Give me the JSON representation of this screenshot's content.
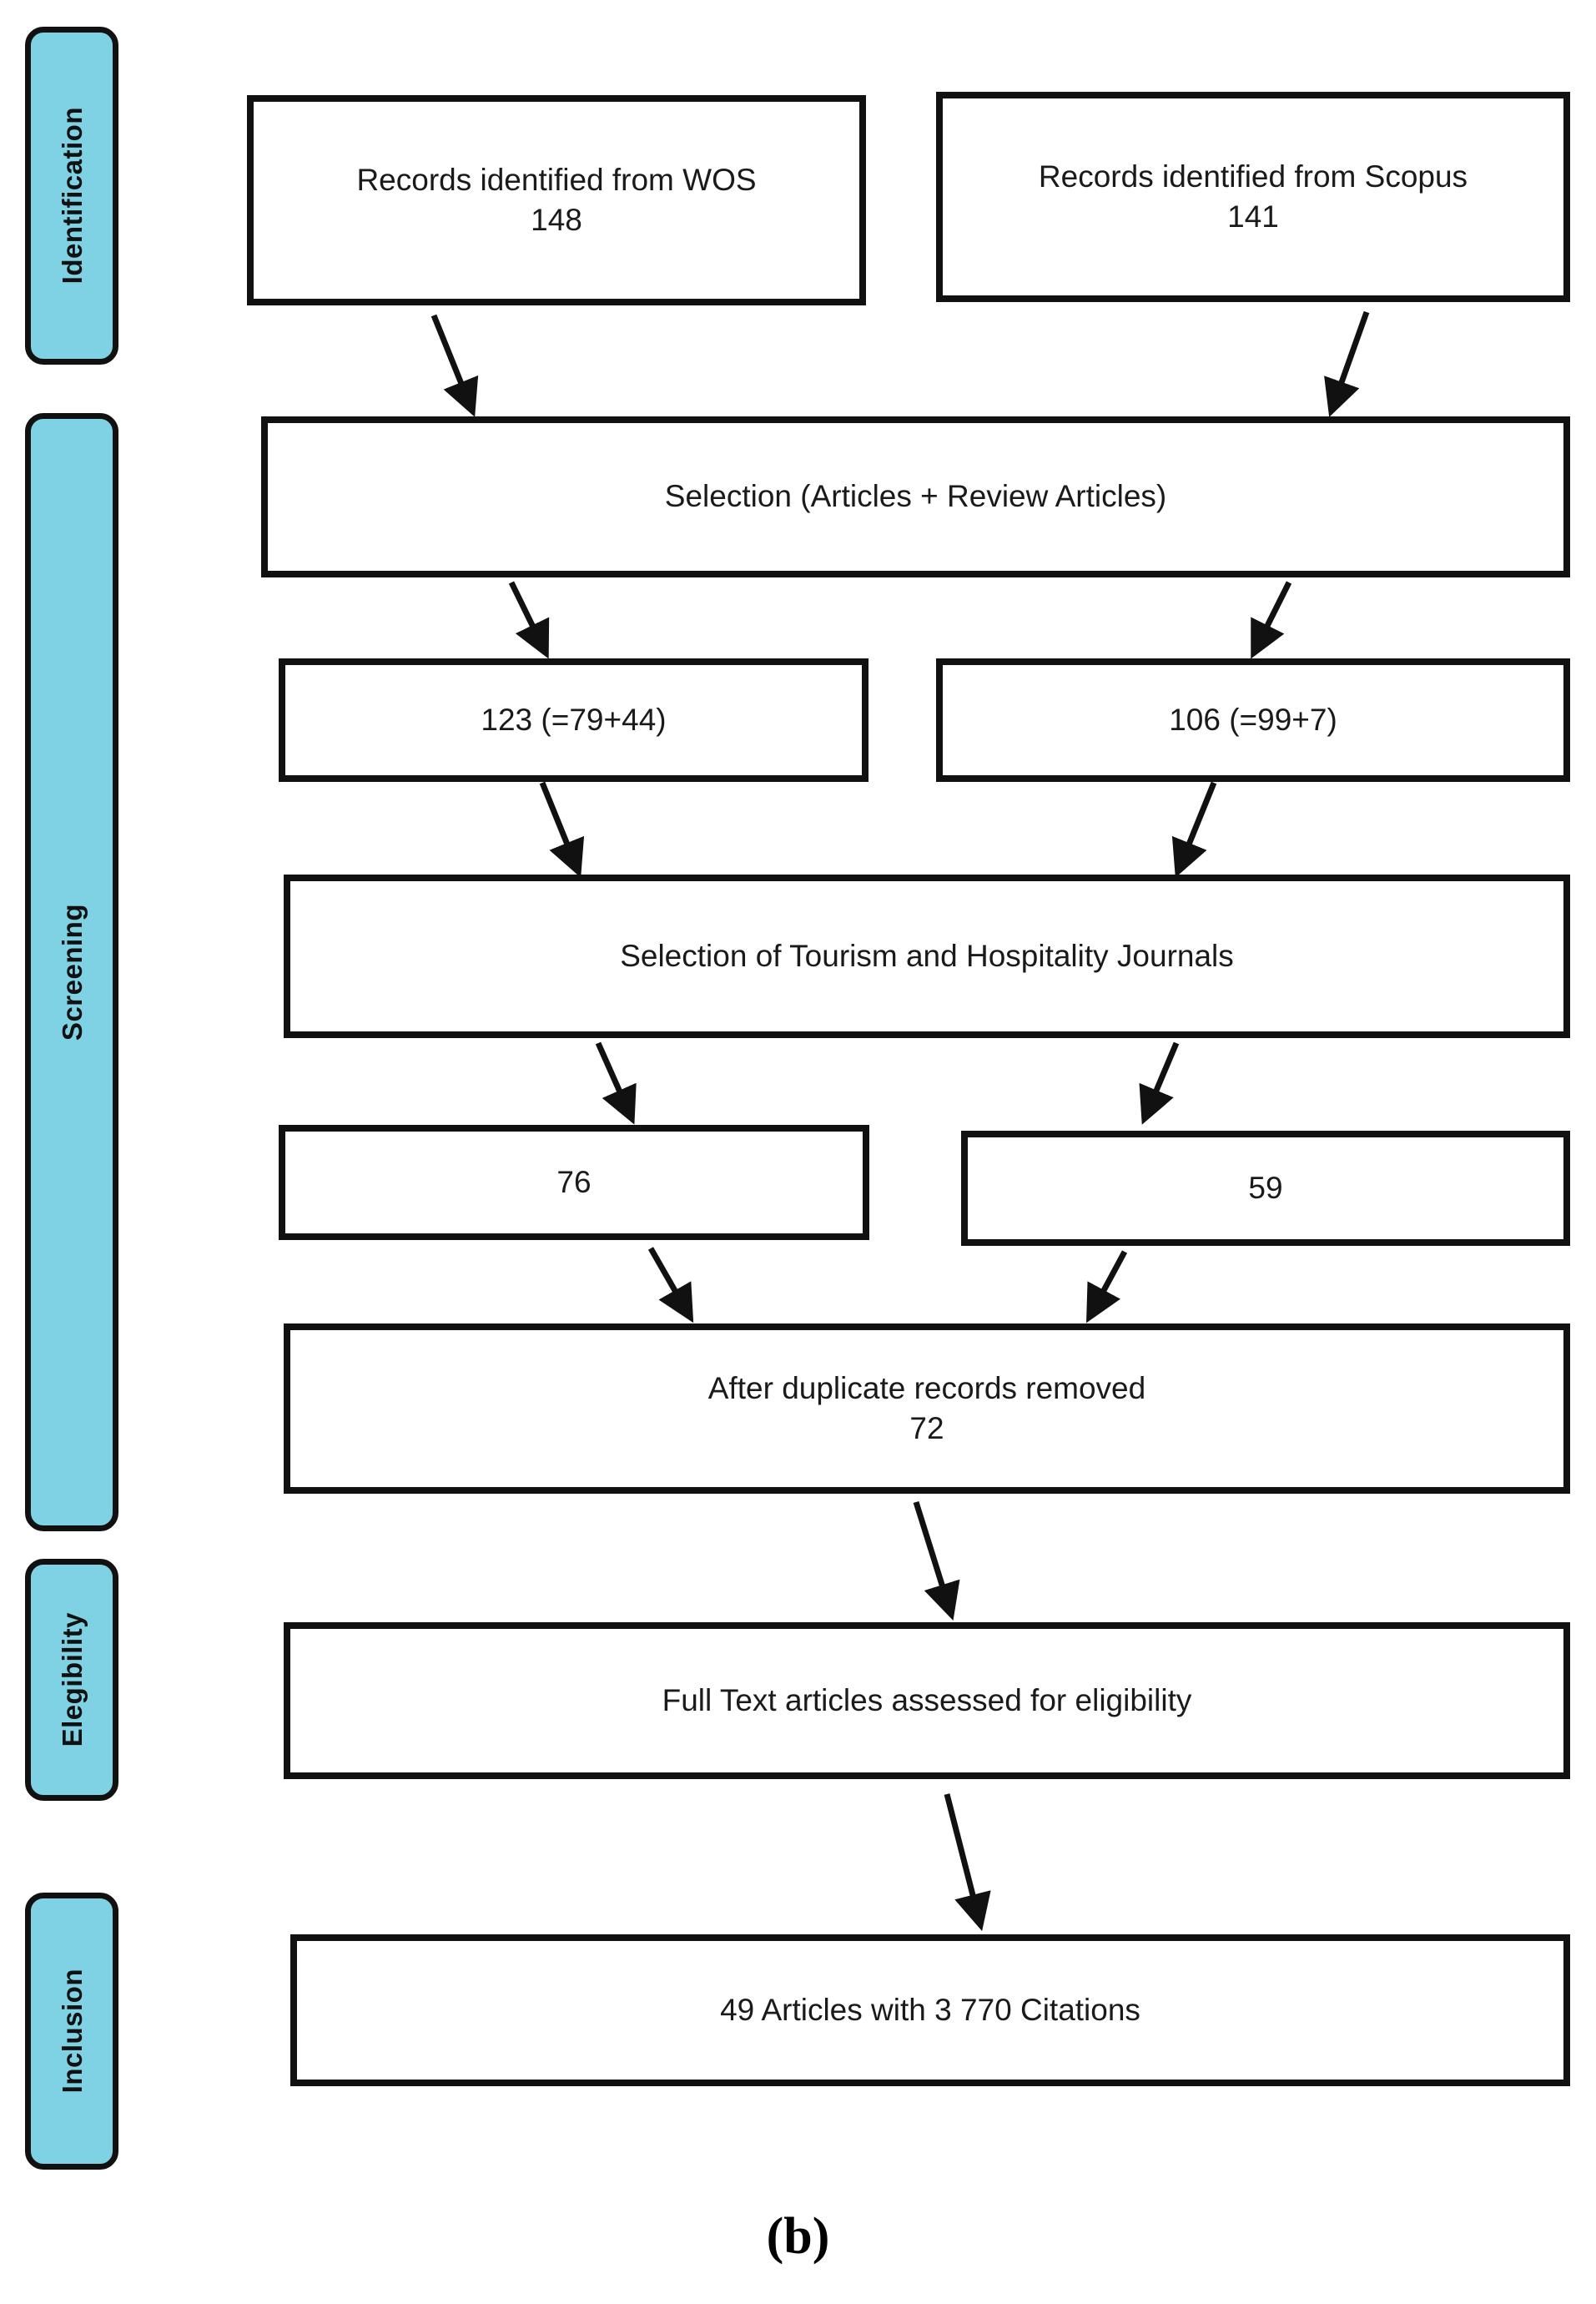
{
  "figure": {
    "caption": "(b)",
    "accent_color": "#7FD2E3",
    "border_color": "#111111",
    "background_color": "#FFFFFF",
    "type": "prisma-flow-diagram"
  },
  "phases": [
    {
      "id": "identification",
      "label": "Identification"
    },
    {
      "id": "screening",
      "label": "Screening"
    },
    {
      "id": "eligibility",
      "label": "Elegibility"
    },
    {
      "id": "inclusion",
      "label": "Inclusion"
    }
  ],
  "boxes": [
    {
      "id": "wos-records",
      "phase": "identification",
      "line1": "Records identified from WOS",
      "line2": "148"
    },
    {
      "id": "scopus-records",
      "phase": "identification",
      "line1": "Records identified from Scopus",
      "line2": "141"
    },
    {
      "id": "selection-articles",
      "phase": "screening",
      "line1": "Selection (Articles + Review Articles)",
      "line2": ""
    },
    {
      "id": "wos-selection-count",
      "phase": "screening",
      "line1": "123 (=79+44)",
      "line2": ""
    },
    {
      "id": "scopus-selection-count",
      "phase": "screening",
      "line1": "106 (=99+7)",
      "line2": ""
    },
    {
      "id": "journal-selection",
      "phase": "screening",
      "line1": "Selection of Tourism and Hospitality Journals",
      "line2": ""
    },
    {
      "id": "wos-journal-count",
      "phase": "screening",
      "line1": "76",
      "line2": ""
    },
    {
      "id": "scopus-journal-count",
      "phase": "screening",
      "line1": "59",
      "line2": ""
    },
    {
      "id": "duplicates-removed",
      "phase": "screening",
      "line1": "After duplicate records removed",
      "line2": "72"
    },
    {
      "id": "full-text-assessed",
      "phase": "eligibility",
      "line1": "Full Text articles assessed for eligibility",
      "line2": ""
    },
    {
      "id": "final-included",
      "phase": "inclusion",
      "line1": "49 Articles with 3 770 Citations",
      "line2": ""
    }
  ],
  "chart_data": {
    "type": "diagram",
    "title": "PRISMA flow diagram (b)",
    "nodes": [
      {
        "id": "wos-records",
        "stage": "Identification",
        "text": "Records identified from WOS",
        "value": 148
      },
      {
        "id": "scopus-records",
        "stage": "Identification",
        "text": "Records identified from Scopus",
        "value": 141
      },
      {
        "id": "selection-articles",
        "stage": "Screening",
        "text": "Selection (Articles + Review Articles)",
        "value": null
      },
      {
        "id": "wos-selection-count",
        "stage": "Screening",
        "text": "123 (=79+44)",
        "value": 123
      },
      {
        "id": "scopus-selection-count",
        "stage": "Screening",
        "text": "106 (=99+7)",
        "value": 106
      },
      {
        "id": "journal-selection",
        "stage": "Screening",
        "text": "Selection of Tourism and Hospitality Journals",
        "value": null
      },
      {
        "id": "wos-journal-count",
        "stage": "Screening",
        "text": "76",
        "value": 76
      },
      {
        "id": "scopus-journal-count",
        "stage": "Screening",
        "text": "59",
        "value": 59
      },
      {
        "id": "duplicates-removed",
        "stage": "Screening",
        "text": "After duplicate records removed",
        "value": 72
      },
      {
        "id": "full-text-assessed",
        "stage": "Elegibility",
        "text": "Full Text articles assessed for eligibility",
        "value": null
      },
      {
        "id": "final-included",
        "stage": "Inclusion",
        "text": "49 Articles with 3 770 Citations",
        "value": 49,
        "citations": 3770
      }
    ],
    "edges": [
      {
        "from": "wos-records",
        "to": "selection-articles"
      },
      {
        "from": "scopus-records",
        "to": "selection-articles"
      },
      {
        "from": "selection-articles",
        "to": "wos-selection-count"
      },
      {
        "from": "selection-articles",
        "to": "scopus-selection-count"
      },
      {
        "from": "wos-selection-count",
        "to": "journal-selection"
      },
      {
        "from": "scopus-selection-count",
        "to": "journal-selection"
      },
      {
        "from": "journal-selection",
        "to": "wos-journal-count"
      },
      {
        "from": "journal-selection",
        "to": "scopus-journal-count"
      },
      {
        "from": "wos-journal-count",
        "to": "duplicates-removed"
      },
      {
        "from": "scopus-journal-count",
        "to": "duplicates-removed"
      },
      {
        "from": "duplicates-removed",
        "to": "full-text-assessed"
      },
      {
        "from": "full-text-assessed",
        "to": "final-included"
      }
    ]
  }
}
